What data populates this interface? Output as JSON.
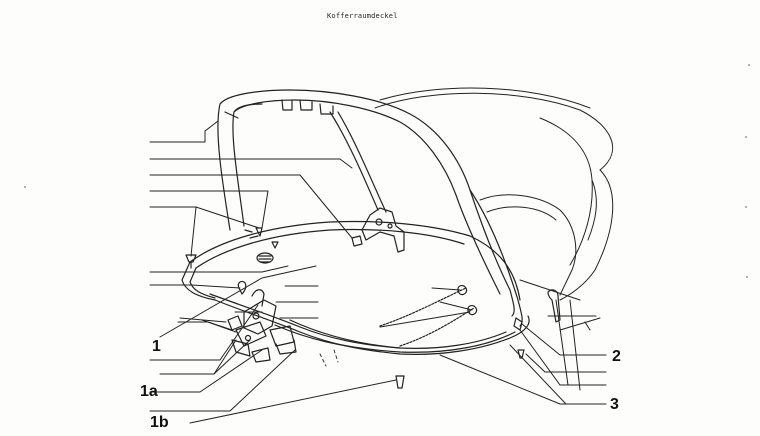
{
  "title": "Kofferraumdeckel",
  "callouts": {
    "c1": "1",
    "c1a": "1a",
    "c1b": "1b",
    "c2": "2",
    "c3": "3"
  },
  "colors": {
    "ink": "#222222",
    "paper": "#fdfdfb"
  }
}
